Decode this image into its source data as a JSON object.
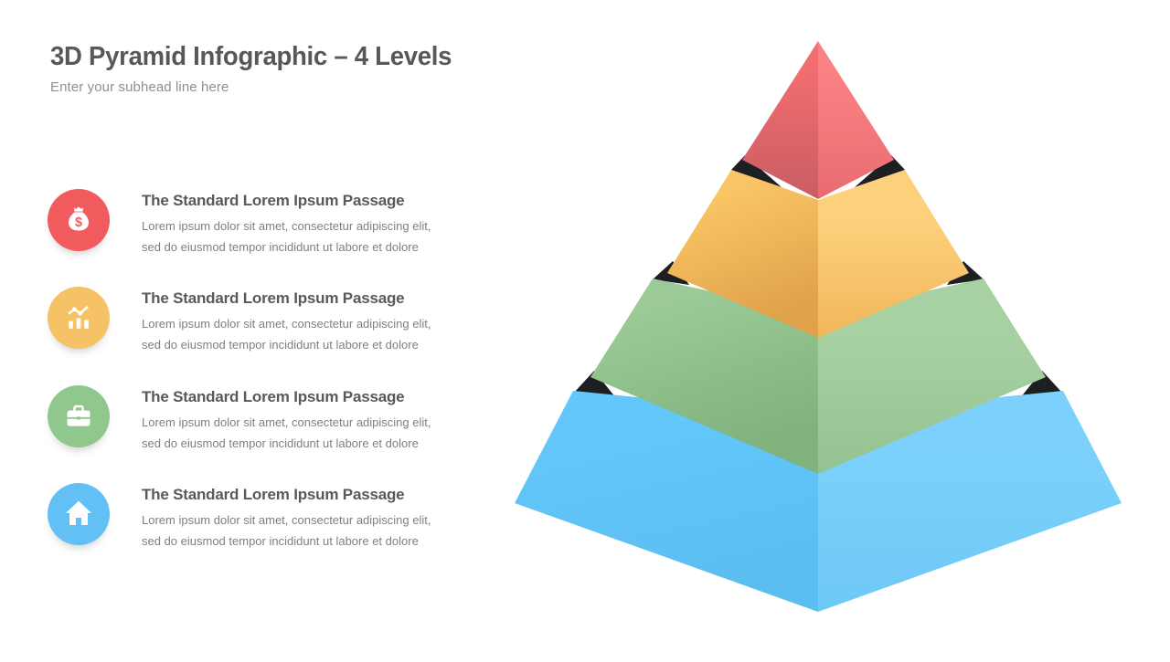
{
  "header": {
    "title": "3D Pyramid Infographic – 4 Levels",
    "subtitle": "Enter your subhead line here"
  },
  "items": [
    {
      "icon": "money-bag",
      "circle_color": "#F15B5E",
      "title": "The Standard Lorem Ipsum Passage",
      "body_line1": "Lorem ipsum dolor sit amet, consectetur adipiscing elit,",
      "body_line2": "sed do eiusmod tempor incididunt ut labore et dolore"
    },
    {
      "icon": "growth-chart",
      "circle_color": "#F5C265",
      "title": "The Standard Lorem Ipsum Passage",
      "body_line1": "Lorem ipsum dolor sit amet, consectetur adipiscing elit,",
      "body_line2": "sed do eiusmod tempor incididunt ut labore et dolore"
    },
    {
      "icon": "briefcase",
      "circle_color": "#90C78D",
      "title": "The Standard Lorem Ipsum Passage",
      "body_line1": "Lorem ipsum dolor sit amet, consectetur adipiscing elit,",
      "body_line2": "sed do eiusmod tempor incididunt ut labore et dolore"
    },
    {
      "icon": "home",
      "circle_color": "#63C0F4",
      "title": "The Standard Lorem Ipsum Passage",
      "body_line1": "Lorem ipsum dolor sit amet, consectetur adipiscing elit,",
      "body_line2": "sed do eiusmod tempor incididunt ut labore et dolore"
    }
  ],
  "pyramid": {
    "gap_color": "#1E1F22",
    "levels": [
      {
        "name": "Level 1 (top)",
        "left_top": "#F36E70",
        "left_bottom": "#C95D63",
        "right_top": "#FA8385",
        "right_bottom": "#E96C70"
      },
      {
        "name": "Level 2",
        "left_top": "#FBC766",
        "left_bottom": "#E0A24B",
        "right_top": "#FDD17C",
        "right_bottom": "#F0B65C"
      },
      {
        "name": "Level 3",
        "left_top": "#9CCB98",
        "left_bottom": "#7FB27C",
        "right_top": "#A7D1A3",
        "right_bottom": "#95C292"
      },
      {
        "name": "Level 4 (bottom)",
        "left_top": "#63C7FA",
        "left_bottom": "#5CBDF1",
        "right_top": "#7BD1FB",
        "right_bottom": "#6EC8F6"
      }
    ]
  }
}
